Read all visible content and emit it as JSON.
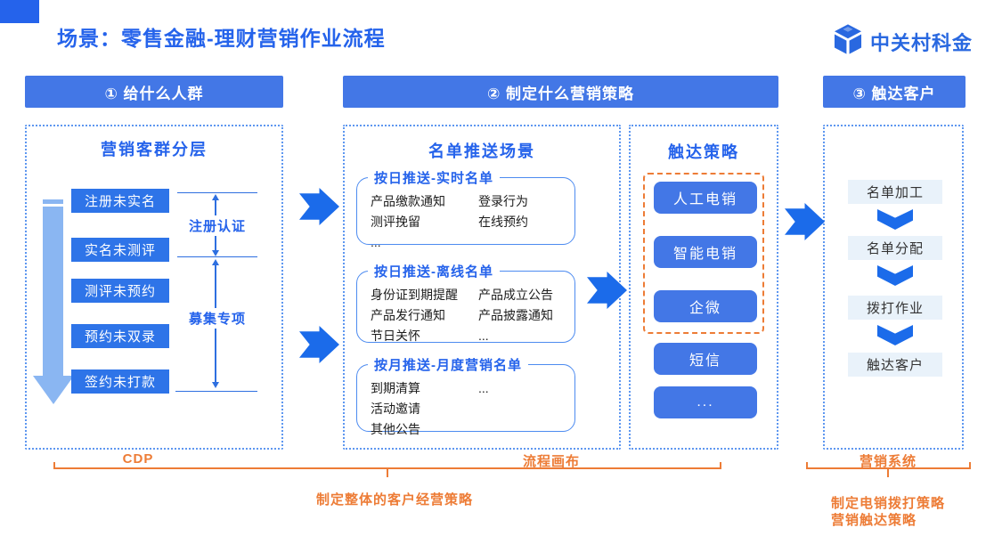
{
  "colors": {
    "primary_blue": "#2563EB",
    "bar_blue": "#4377E6",
    "segment_box_blue": "#2E74E8",
    "arrow_blue": "#1B6BEA",
    "light_arrow_blue": "#8AB6F2",
    "orange": "#ED7C36",
    "step_box_bg": "#E9F2FA"
  },
  "header": {
    "title": "场景：零售金融-理财营销作业流程",
    "logo_text": "中关村科金"
  },
  "columns": {
    "c1": "① 给什么人群",
    "c2": "② 制定什么营销策略",
    "c3": "③ 触达客户"
  },
  "segmentation": {
    "title": "营销客群分层",
    "boxes": [
      "注册未实名",
      "实名未测评",
      "测评未预约",
      "预约未双录",
      "签约未打款"
    ],
    "bracket1": "注册认证",
    "bracket2": "募集专项"
  },
  "push": {
    "title": "名单推送场景",
    "groups": [
      {
        "title": "按日推送-实时名单",
        "col1": [
          "产品缴款通知",
          "测评挽留",
          "..."
        ],
        "col2": [
          "登录行为",
          "在线预约",
          ""
        ]
      },
      {
        "title": "按日推送-离线名单",
        "col1": [
          "身份证到期提醒",
          "产品发行通知",
          "节日关怀"
        ],
        "col2": [
          "产品成立公告",
          "产品披露通知",
          "..."
        ]
      },
      {
        "title": "按月推送-月度营销名单",
        "col1": [
          "到期清算",
          "活动邀请",
          "其他公告"
        ],
        "col2": [
          "...",
          "",
          ""
        ]
      }
    ]
  },
  "reach": {
    "title": "触达策略",
    "buttons": [
      "人工电销",
      "智能电销",
      "企微",
      "短信",
      "..."
    ]
  },
  "flow": {
    "steps": [
      "名单加工",
      "名单分配",
      "拨打作业",
      "触达客户"
    ]
  },
  "footer": {
    "cdp": "CDP",
    "canvas": "流程画布",
    "marketing_system": "营销系统",
    "note_center": "制定整体的客户经营策略",
    "note_right_1": "制定电销拨打策略",
    "note_right_2": "营销触达策略"
  }
}
